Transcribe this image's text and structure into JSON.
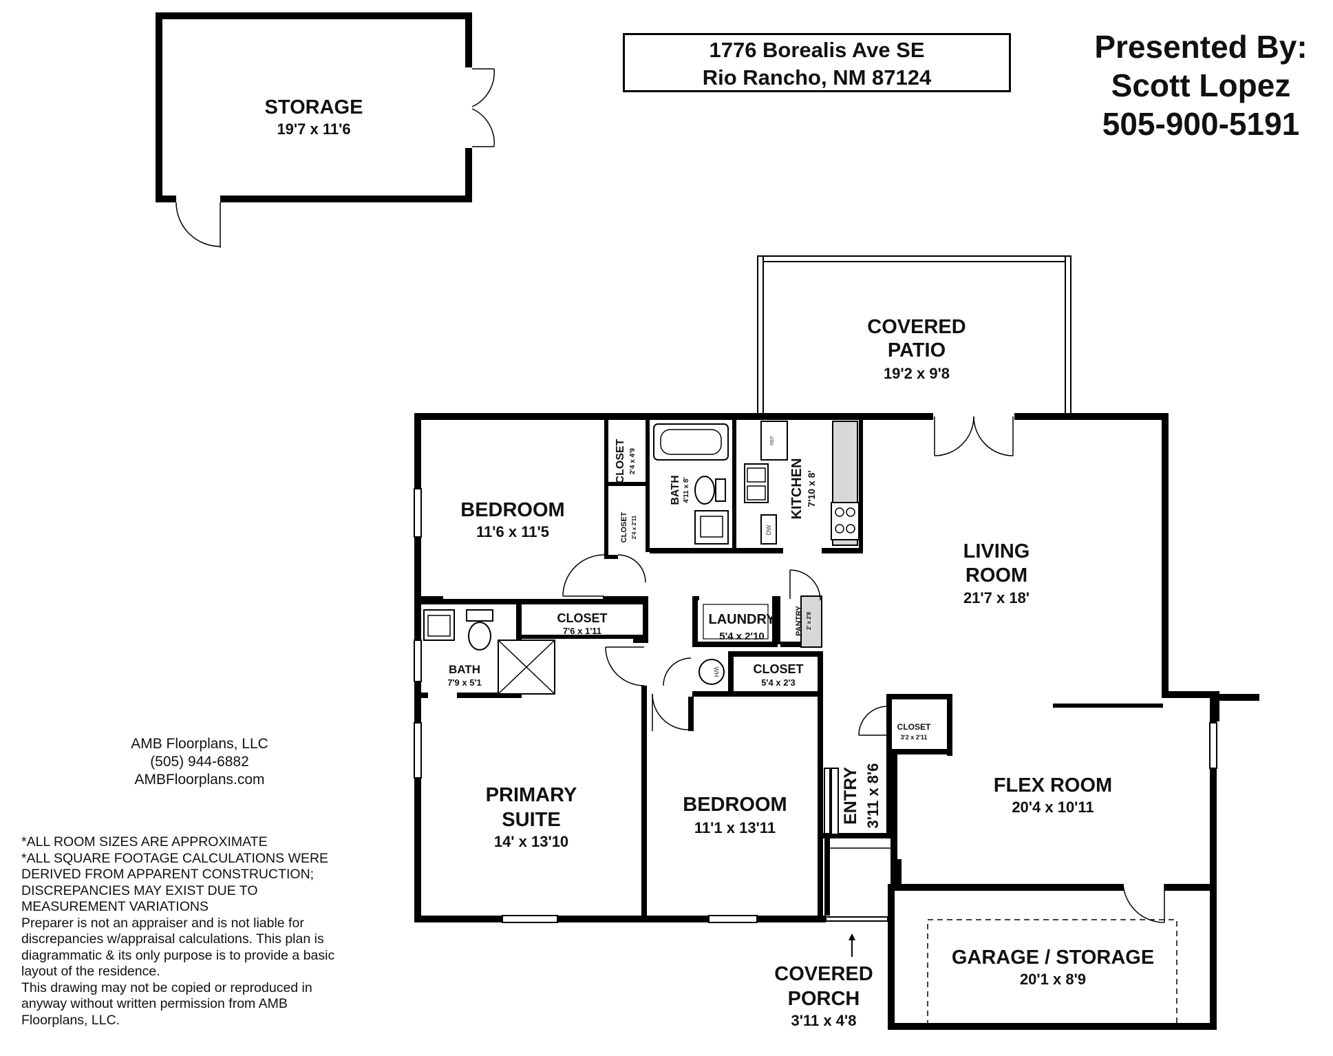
{
  "address": {
    "line1": "1776 Borealis Ave SE",
    "line2": "Rio Rancho, NM 87124"
  },
  "presenter": {
    "line1": "Presented By:",
    "line2": "Scott Lopez",
    "line3": "505-900-5191"
  },
  "company": {
    "name": "AMB Floorplans, LLC",
    "phone": "(505) 944-6882",
    "website": "AMBFloorplans.com"
  },
  "disclaimer": [
    "*ALL ROOM SIZES ARE APPROXIMATE",
    "*ALL SQUARE FOOTAGE CALCULATIONS WERE",
    "DERIVED FROM APPARENT CONSTRUCTION;",
    "DISCREPANCIES MAY EXIST DUE TO",
    "MEASUREMENT VARIATIONS",
    "Preparer is not an appraiser and is not liable for",
    "discrepancies w/appraisal calculations.  This plan is",
    "diagrammatic & its only purpose is to provide a basic",
    "layout of the residence.",
    "This drawing may not be copied or reproduced in",
    "anyway without written permission from AMB",
    "Floorplans, LLC."
  ],
  "rooms": {
    "storage": {
      "name": "STORAGE",
      "dim": "19'7 x 11'6"
    },
    "covered_patio": {
      "name1": "COVERED",
      "name2": "PATIO",
      "dim": "19'2 x 9'8"
    },
    "bedroom_ne": {
      "name": "BEDROOM",
      "dim": "11'6 x 11'5"
    },
    "closet_top": {
      "name": "CLOSET",
      "dim": "2'4 x 4'9"
    },
    "closet_small": {
      "name": "CLOSET",
      "dim": "2'4 x 2'11"
    },
    "bath_hall": {
      "name": "BATH",
      "dim": "4'11 x 8'"
    },
    "kitchen": {
      "name": "KITCHEN",
      "dim": "7'10 x 8'"
    },
    "living_room": {
      "name1": "LIVING",
      "name2": "ROOM",
      "dim": "21'7 x 18'"
    },
    "bath_primary": {
      "name": "BATH",
      "dim": "7'9 x 5'1"
    },
    "closet_primary": {
      "name": "CLOSET",
      "dim": "7'6 x 1'11"
    },
    "laundry": {
      "name": "LAUNDRY",
      "dim": "5'4 x 2'10"
    },
    "pantry": {
      "name": "PANTRY",
      "dim": "2' x 2'8"
    },
    "closet_bed2": {
      "name": "CLOSET",
      "dim": "5'4 x 2'3"
    },
    "closet_entry": {
      "name": "CLOSET",
      "dim": "3'2 x 2'11"
    },
    "primary_suite": {
      "name1": "PRIMARY",
      "name2": "SUITE",
      "dim": "14' x 13'10"
    },
    "bedroom_s": {
      "name": "BEDROOM",
      "dim": "11'1 x 13'11"
    },
    "entry": {
      "name": "ENTRY",
      "dim": "3'11 x 8'6"
    },
    "flex_room": {
      "name": "FLEX ROOM",
      "dim": "20'4 x 10'11"
    },
    "covered_porch": {
      "name1": "COVERED",
      "name2": "PORCH",
      "dim": "3'11 x 4'8"
    },
    "garage": {
      "name": "GARAGE / STORAGE",
      "dim": "20'1 x 8'9"
    }
  },
  "fixtures": {
    "ref": "REF",
    "dishwasher": "DW",
    "water_heater": "WH"
  }
}
